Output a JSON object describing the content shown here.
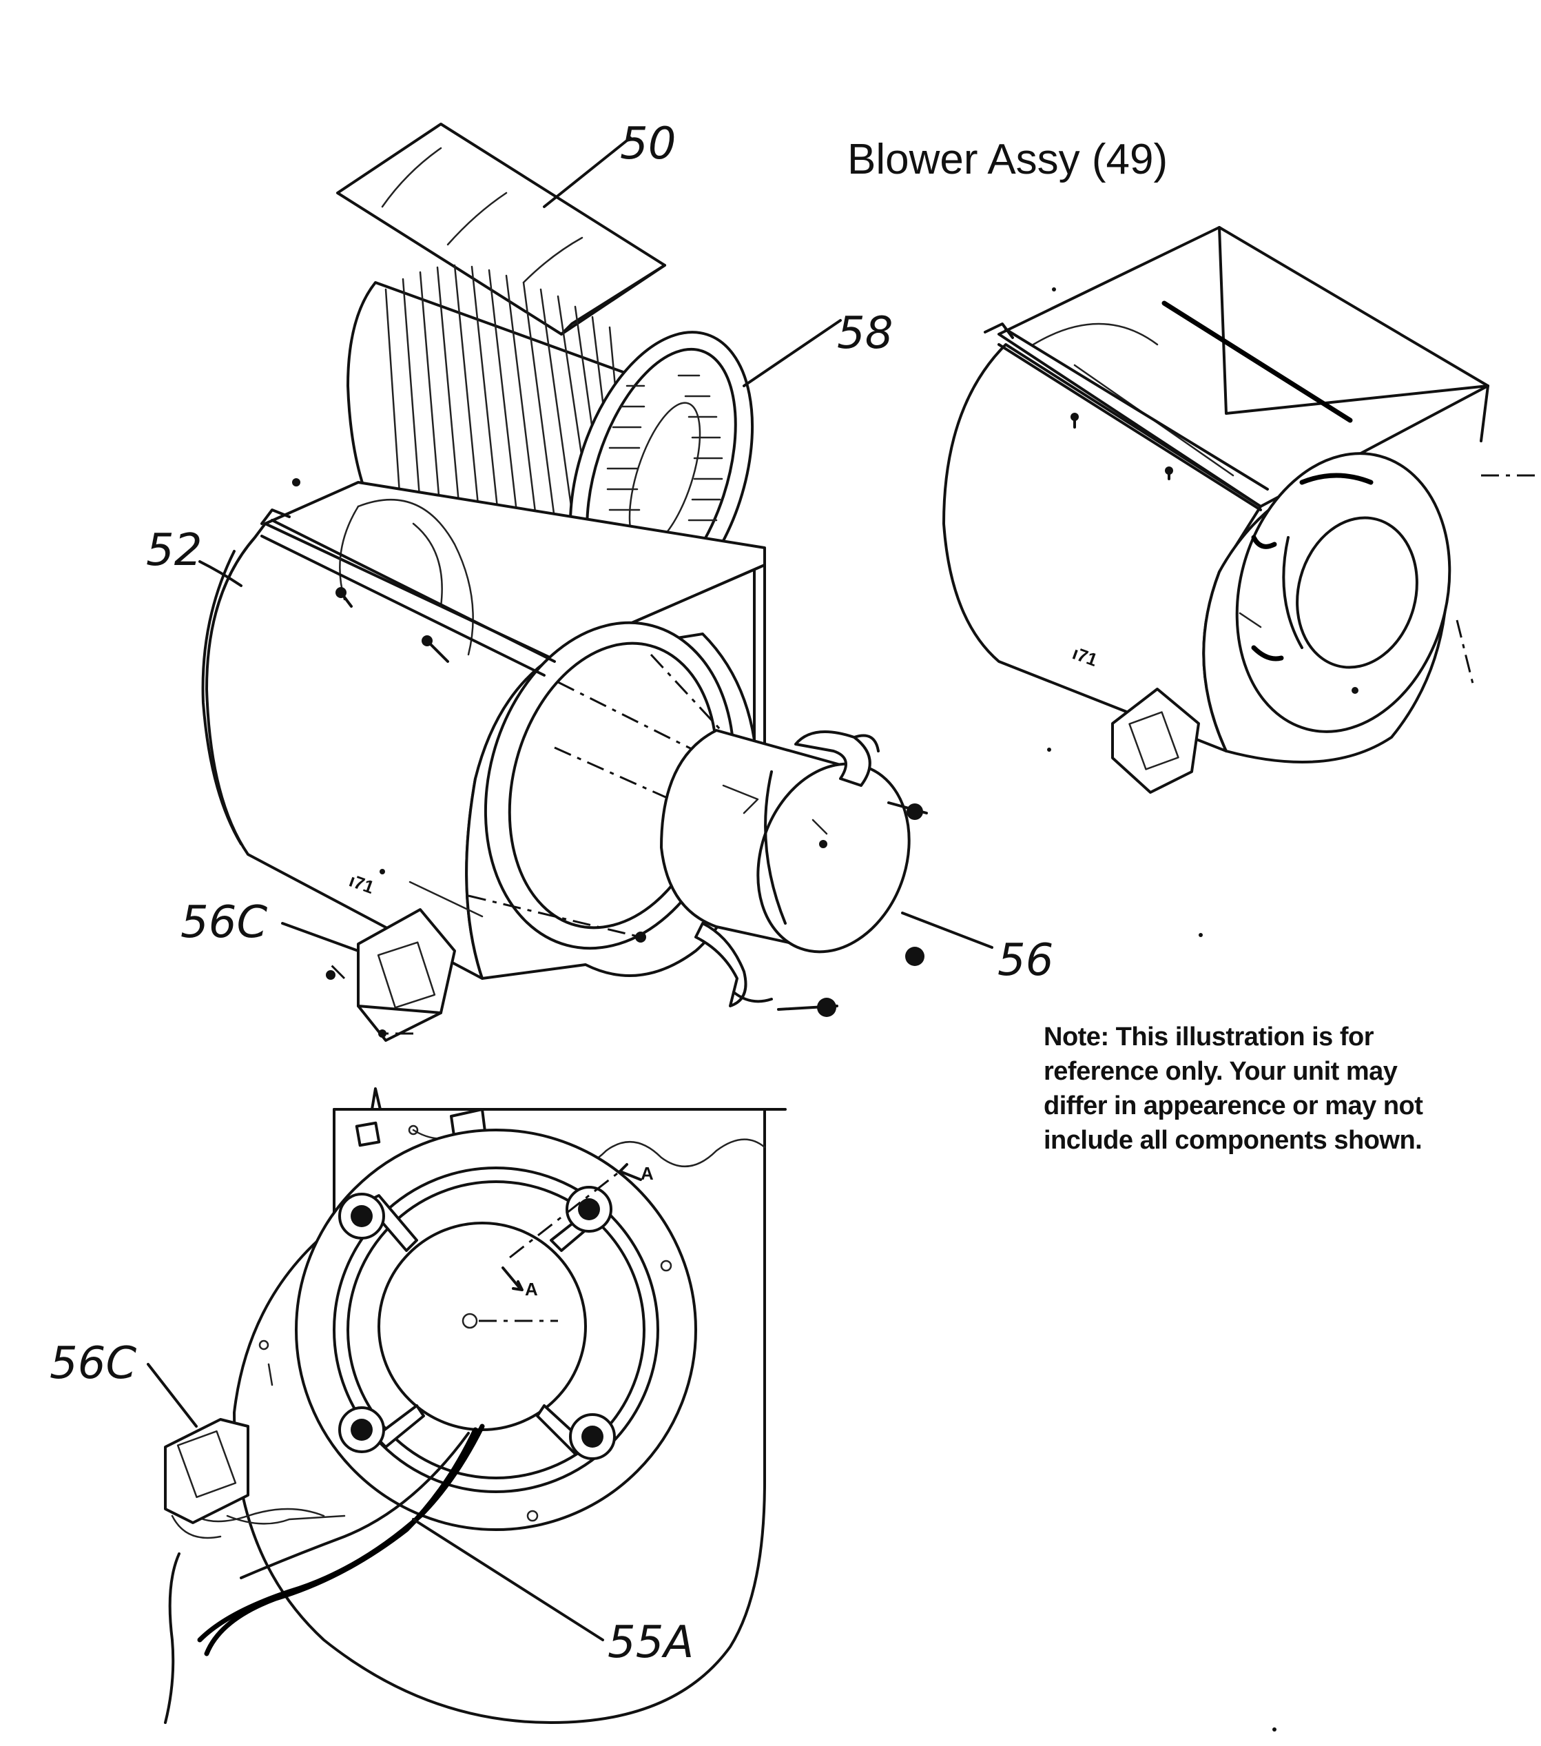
{
  "title": "Blower Assy (49)",
  "note": {
    "lines": [
      "Note: This illustration is for",
      "reference only. Your unit may",
      "differ in appearence or may not",
      "include all components shown."
    ]
  },
  "callouts": {
    "c50": "50",
    "c58": "58",
    "c52": "52",
    "c56c_top": "56C",
    "c56": "56",
    "c56c_bottom": "56C",
    "c55a": "55A"
  },
  "section_marks": {
    "a1": "A",
    "a2": "A"
  }
}
